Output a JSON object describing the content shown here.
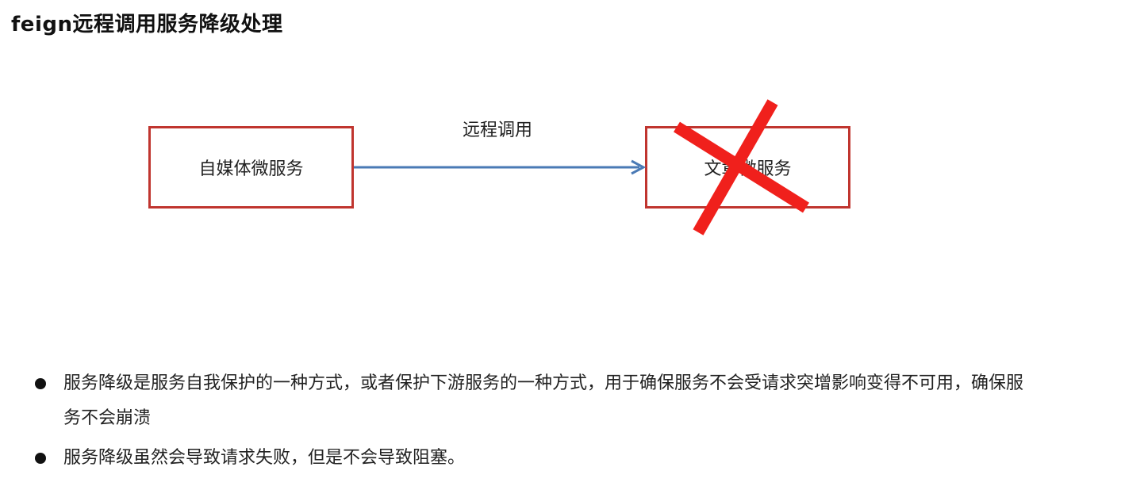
{
  "page": {
    "title": "feign远程调用服务降级处理"
  },
  "diagram": {
    "source_box": {
      "label": "自媒体微服务"
    },
    "target_box": {
      "label": "文章微服务",
      "status": "unavailable"
    },
    "edge_label": "远程调用",
    "colors": {
      "box_border": "#c0352f",
      "arrow": "#4a7ab5",
      "cross": "#f0201c"
    }
  },
  "bullets": {
    "items": [
      {
        "text": "服务降级是服务自我保护的一种方式，或者保护下游服务的一种方式，用于确保服务不会受请求突增影响变得不可用，确保服务不会崩溃"
      },
      {
        "text": "服务降级虽然会导致请求失败，但是不会导致阻塞。"
      }
    ]
  }
}
